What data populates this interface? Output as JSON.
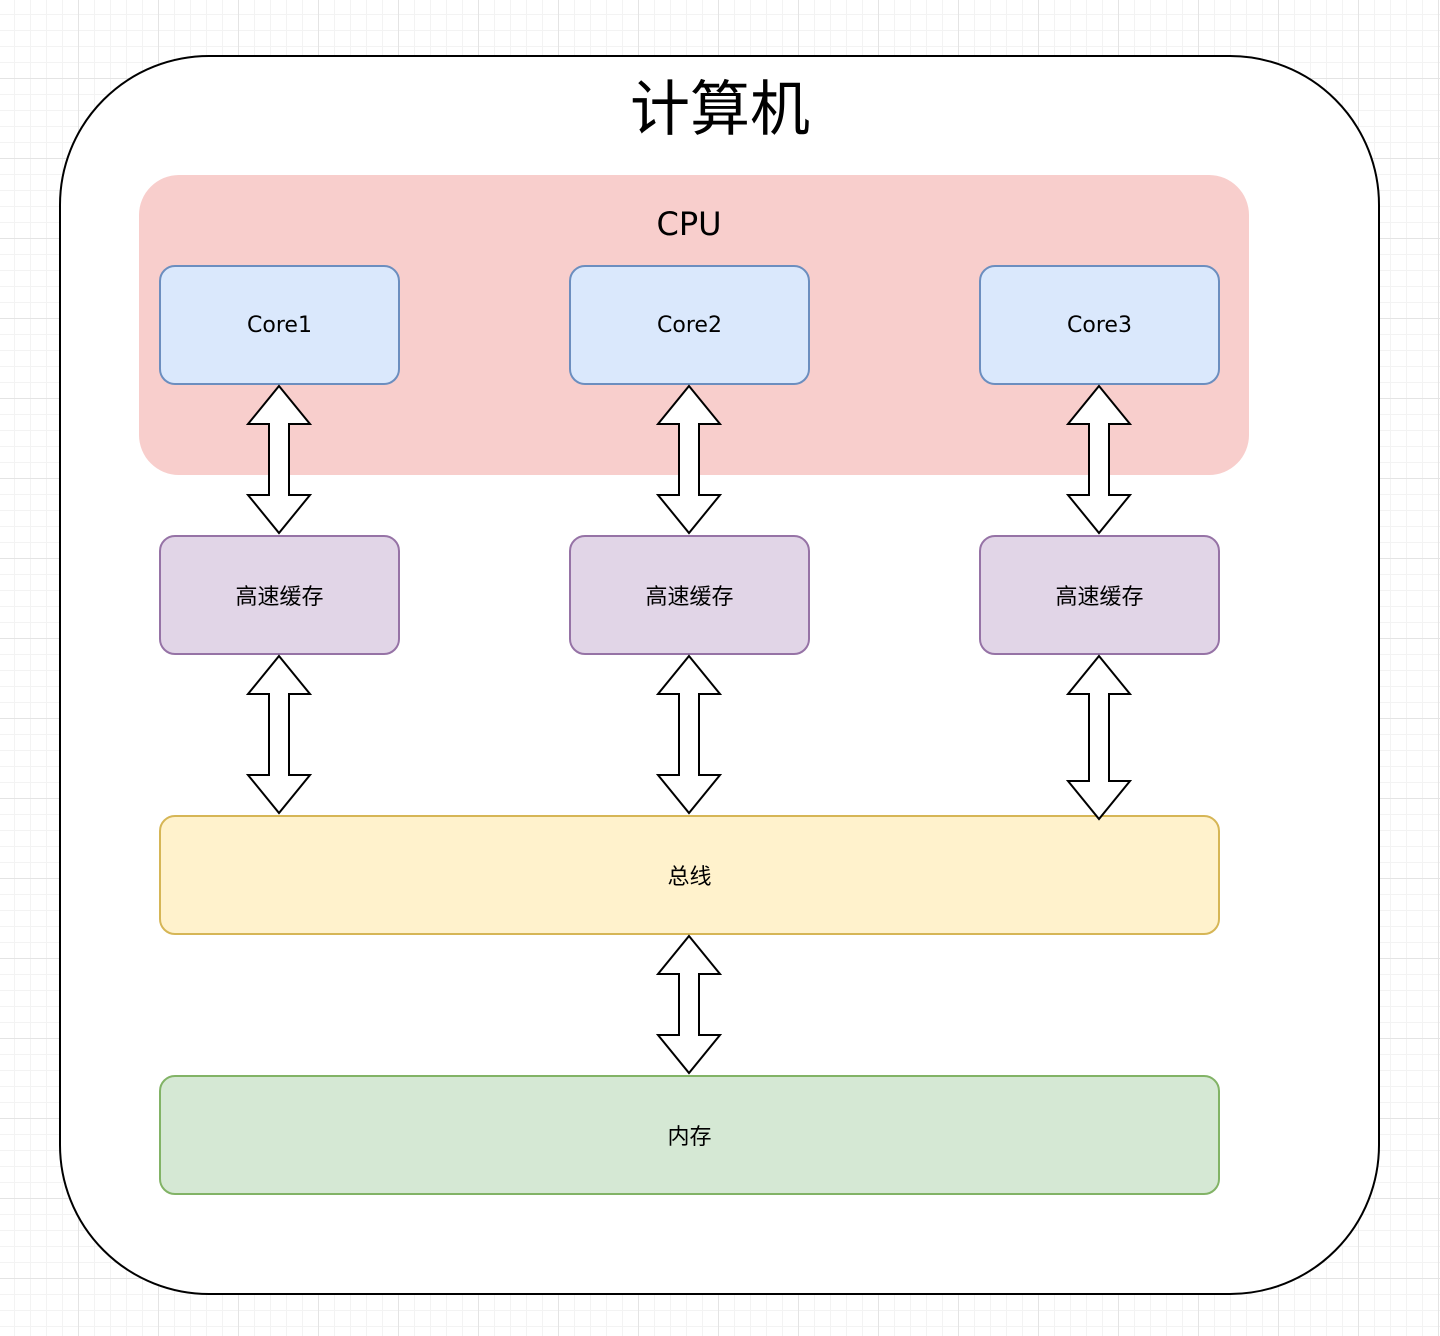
{
  "diagram": {
    "title": "计算机",
    "cpu_label": "CPU",
    "cores": [
      {
        "label": "Core1"
      },
      {
        "label": "Core2"
      },
      {
        "label": "Core3"
      }
    ],
    "caches": [
      {
        "label": "高速缓存"
      },
      {
        "label": "高速缓存"
      },
      {
        "label": "高速缓存"
      }
    ],
    "bus_label": "总线",
    "memory_label": "内存",
    "connections": [
      {
        "from": "Core1",
        "to": "高速缓存 (1)",
        "type": "bidirectional"
      },
      {
        "from": "Core2",
        "to": "高速缓存 (2)",
        "type": "bidirectional"
      },
      {
        "from": "Core3",
        "to": "高速缓存 (3)",
        "type": "bidirectional"
      },
      {
        "from": "高速缓存 (1)",
        "to": "总线",
        "type": "bidirectional"
      },
      {
        "from": "高速缓存 (2)",
        "to": "总线",
        "type": "bidirectional"
      },
      {
        "from": "高速缓存 (3)",
        "to": "总线",
        "type": "bidirectional"
      },
      {
        "from": "总线",
        "to": "内存",
        "type": "bidirectional"
      }
    ],
    "colors": {
      "cpu_fill": "#f8cecc",
      "core_fill": "#dae8fc",
      "core_stroke": "#6c8ebf",
      "cache_fill": "#e1d5e7",
      "cache_stroke": "#9673a6",
      "bus_fill": "#fff2cc",
      "bus_stroke": "#d6b656",
      "memory_fill": "#d5e8d4",
      "memory_stroke": "#82b366"
    }
  }
}
